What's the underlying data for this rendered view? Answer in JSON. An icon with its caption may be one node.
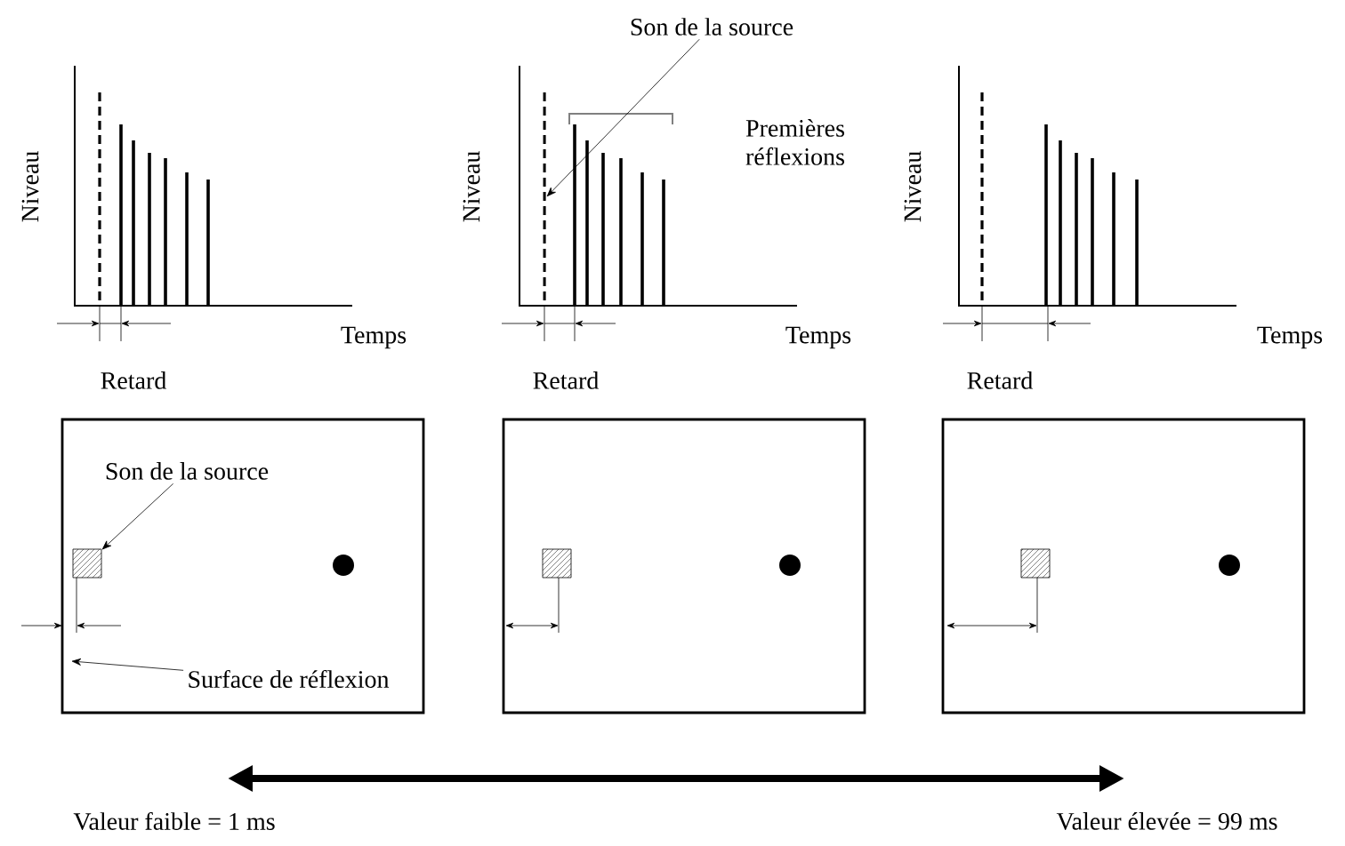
{
  "diagram": {
    "nodes": [
      {
        "text": [
          "Son de la source"
        ]
      },
      {
        "text": [],
        "shape": "box"
      },
      {
        "text": [
          "Son de la source"
        ],
        "in": 1
      },
      {
        "text": [],
        "shape": "box",
        "in": 1
      },
      {
        "text": [
          "Surface de réflexion"
        ],
        "in": 1
      },
      {
        "text": [],
        "shape": "box"
      },
      {
        "text": [],
        "shape": "box"
      },
      {
        "text": [],
        "shape": "bar"
      }
    ],
    "edges": [
      {
        "from": 0,
        "to": 7,
        "arrow": "to"
      },
      {
        "from": 2,
        "to": 3,
        "arrow": "to"
      },
      {
        "from": 4,
        "to": null,
        "arrow": "to"
      }
    ],
    "labels": [
      "Niveau",
      "Temps",
      "Retard",
      "Premières réflexions",
      "Niveau",
      "Temps",
      "Retard",
      "Niveau",
      "Temps",
      "Retard",
      "Valeur faible = 1 ms",
      "Valeur élevée = 99 ms"
    ]
  }
}
